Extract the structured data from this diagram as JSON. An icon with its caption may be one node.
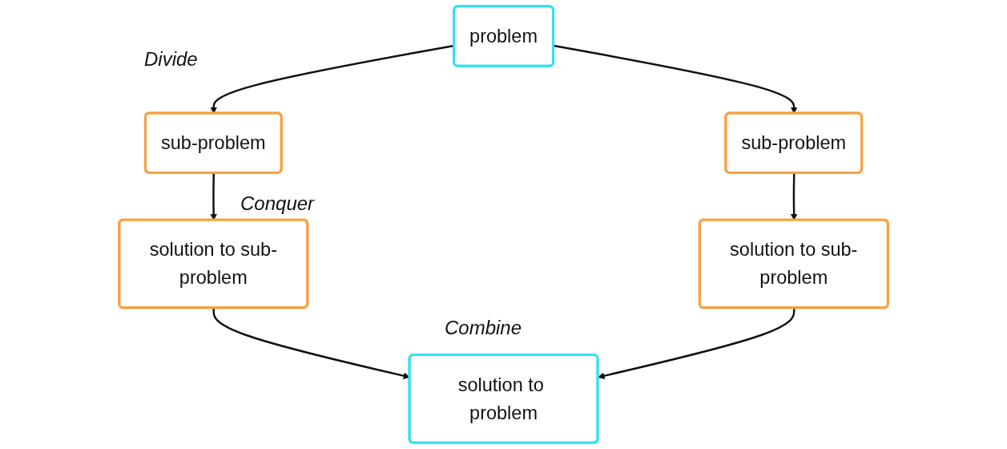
{
  "diagram": {
    "nodes": [
      {
        "text": [
          "problem"
        ]
      },
      {
        "text": [
          "sub-problem"
        ]
      },
      {
        "text": [
          "sub-problem"
        ]
      },
      {
        "text": [
          "solution to sub-problem"
        ]
      },
      {
        "text": [
          "solution to sub-problem"
        ]
      },
      {
        "text": [
          "solution to problem"
        ]
      }
    ],
    "edges": [
      {
        "from": 0,
        "to": 1,
        "arrow": "to"
      },
      {
        "from": 0,
        "to": 2,
        "arrow": "to"
      },
      {
        "from": 1,
        "to": 3,
        "arrow": "to"
      },
      {
        "from": 2,
        "to": 4,
        "arrow": "to"
      },
      {
        "from": 3,
        "to": 5,
        "arrow": "to"
      },
      {
        "from": 4,
        "to": 5,
        "arrow": "to"
      }
    ],
    "labels": [
      "Divide",
      "Conquer",
      "Combine"
    ]
  }
}
